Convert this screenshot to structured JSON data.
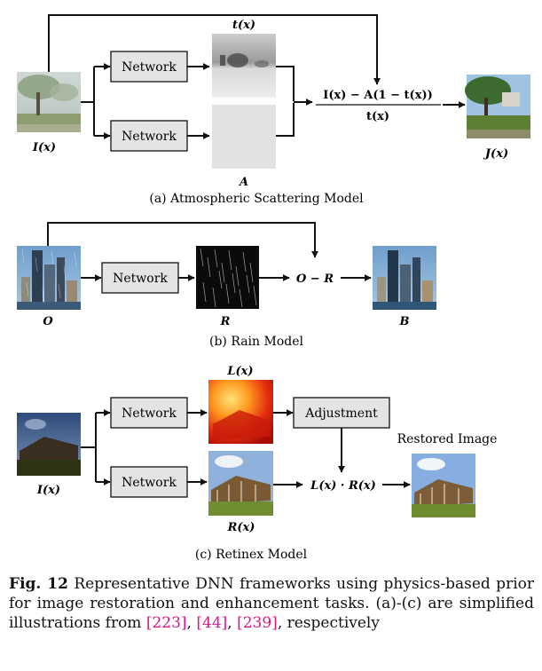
{
  "colors": {
    "box_fill": "#e4e4e4",
    "stroke": "#111111",
    "ref": "#d6178a"
  },
  "icons": {
    "foggy_tree": "foggy-tree-photo",
    "transmission_map": "transmission-map",
    "atmospheric_light": "atmospheric-light-map",
    "clear_tree": "clear-tree-photo",
    "rainy_city": "rainy-city-photo",
    "rain_streaks": "rain-streak-layer",
    "clean_city": "clean-city-photo",
    "dark_barn": "dark-barn-photo",
    "illumination_map": "illumination-map",
    "reflectance_map": "reflectance-map",
    "restored_barn": "restored-barn-photo"
  },
  "panel_a": {
    "input_label": "I(x)",
    "network1": "Network",
    "network2": "Network",
    "t_label": "t(x)",
    "a_label": "A",
    "formula_numerator": "I(x) − A(1 − t(x))",
    "formula_denominator": "t(x)",
    "output_label": "J(x)",
    "caption": "(a) Atmospheric Scattering Model"
  },
  "panel_b": {
    "input_label": "O",
    "network": "Network",
    "r_label": "R",
    "operation": "O − R",
    "output_label": "B",
    "caption": "(b) Rain Model"
  },
  "panel_c": {
    "input_label": "I(x)",
    "network1": "Network",
    "network2": "Network",
    "l_label": "L(x)",
    "r_label": "R(x)",
    "adjustment": "Adjustment",
    "product": "L(x) · R(x)",
    "output_title": "Restored Image",
    "caption": "(c) Retinex Model"
  },
  "figure_caption": {
    "fig_label": "Fig. 12",
    "text": " Representative DNN frameworks using physics-based prior for image restoration and enhancement tasks. (a)-(c) are simplified illustrations from ",
    "ref1": "[223]",
    "sep1": ", ",
    "ref2": "[44]",
    "sep2": ", ",
    "ref3": "[239]",
    "tail": ", respectively"
  }
}
